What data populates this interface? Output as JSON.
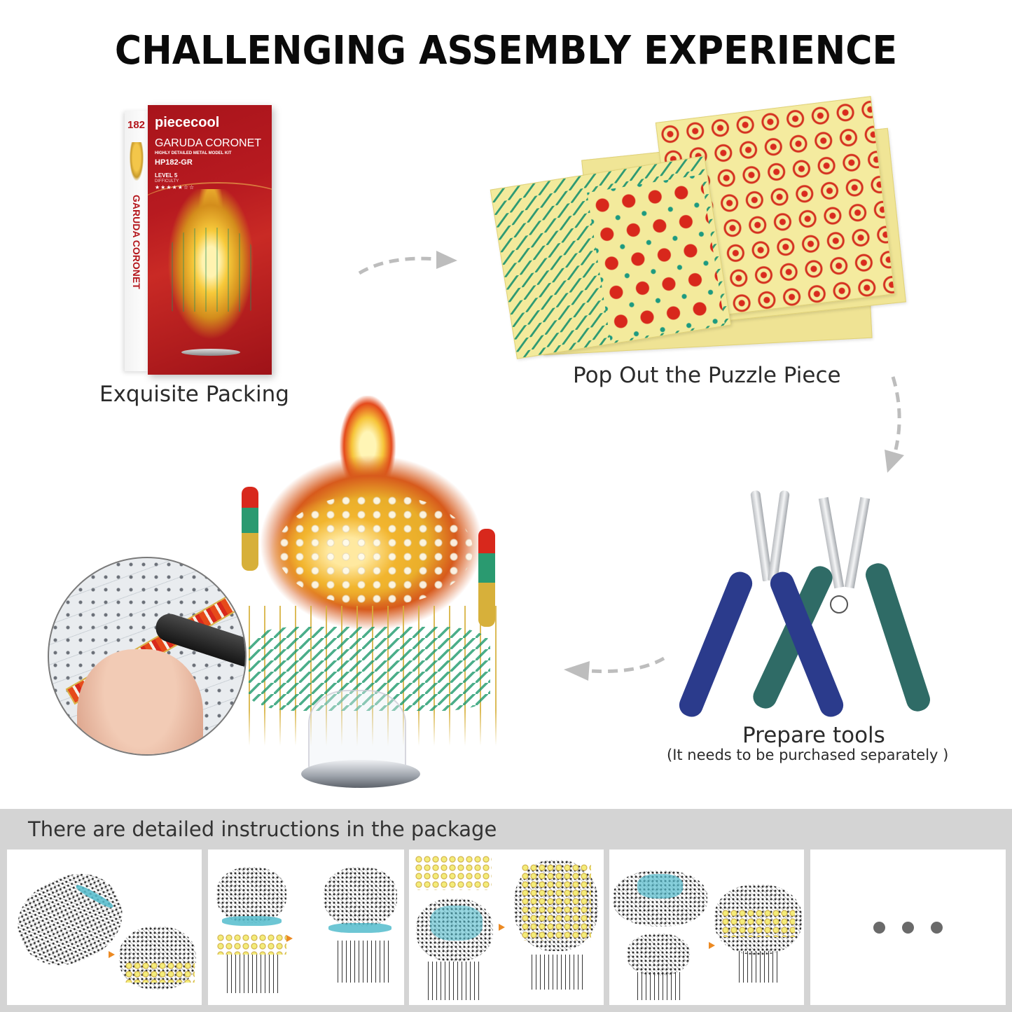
{
  "title": "CHALLENGING ASSEMBLY EXPERIENCE",
  "steps": [
    {
      "caption": "Exquisite Packing"
    },
    {
      "caption": "Pop Out the Puzzle Piece"
    },
    {
      "caption": "Prepare tools",
      "note": "(It needs to be purchased separately  )"
    }
  ],
  "box": {
    "spine_number": "182",
    "spine_text": "GARUDA CORONET",
    "brand": "piececool",
    "product_name": "GARUDA CORONET",
    "subtitle": "HIGHLY DETAILED METAL MODEL KIT",
    "code": "HP182-GR",
    "level": "LEVEL 5",
    "difficulty_label": "DIFFICULTY",
    "stars": "★★★★★☆☆"
  },
  "instructions": {
    "heading": "There are detailed instructions in the package",
    "panels": [
      {
        "name": "step-1"
      },
      {
        "name": "step-2"
      },
      {
        "name": "step-3"
      },
      {
        "name": "step-4"
      },
      {
        "name": "more",
        "ellipsis": true
      }
    ]
  },
  "colors": {
    "box_red": "#b71a20",
    "arrow_gray": "#bdbdbd",
    "strip_gray": "#d4d4d4",
    "plier_blue": "#2b3b8c",
    "plier_green": "#2f6b66",
    "instruction_cyan": "#54bccd",
    "instruction_arrow": "#ec8a23",
    "dot_gray": "#6a6a6a"
  }
}
